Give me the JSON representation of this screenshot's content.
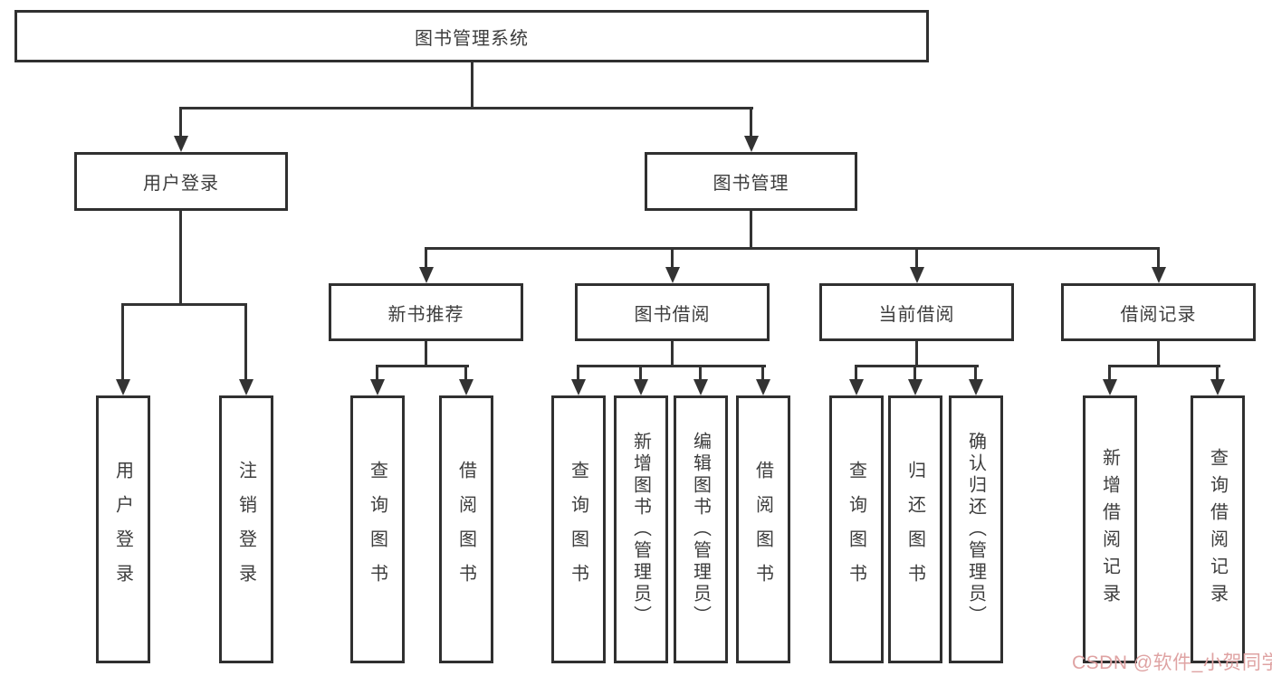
{
  "diagram_title": "图书管理系统",
  "tree": {
    "label": "图书管理系统",
    "children": [
      {
        "label": "用户登录",
        "children": [
          {
            "label": "用户登录"
          },
          {
            "label": "注销登录"
          }
        ]
      },
      {
        "label": "图书管理",
        "children": [
          {
            "label": "新书推荐",
            "children": [
              {
                "label": "查询图书"
              },
              {
                "label": "借阅图书"
              }
            ]
          },
          {
            "label": "图书借阅",
            "children": [
              {
                "label": "查询图书"
              },
              {
                "label": "新增图书（管理员）"
              },
              {
                "label": "编辑图书（管理员）"
              },
              {
                "label": "借阅图书"
              }
            ]
          },
          {
            "label": "当前借阅",
            "children": [
              {
                "label": "查询图书"
              },
              {
                "label": "归还图书"
              },
              {
                "label": "确认归还（管理员）"
              }
            ]
          },
          {
            "label": "借阅记录",
            "children": [
              {
                "label": "新增借阅记录"
              },
              {
                "label": "查询借阅记录"
              }
            ]
          }
        ]
      }
    ]
  },
  "watermark": {
    "text": "CSDN @软件_小贺同学"
  },
  "colors": {
    "line": "#333333",
    "box_border": "#303030",
    "text": "#3d3d3d",
    "watermark": "#dfa3a3",
    "background": "#ffffff"
  }
}
